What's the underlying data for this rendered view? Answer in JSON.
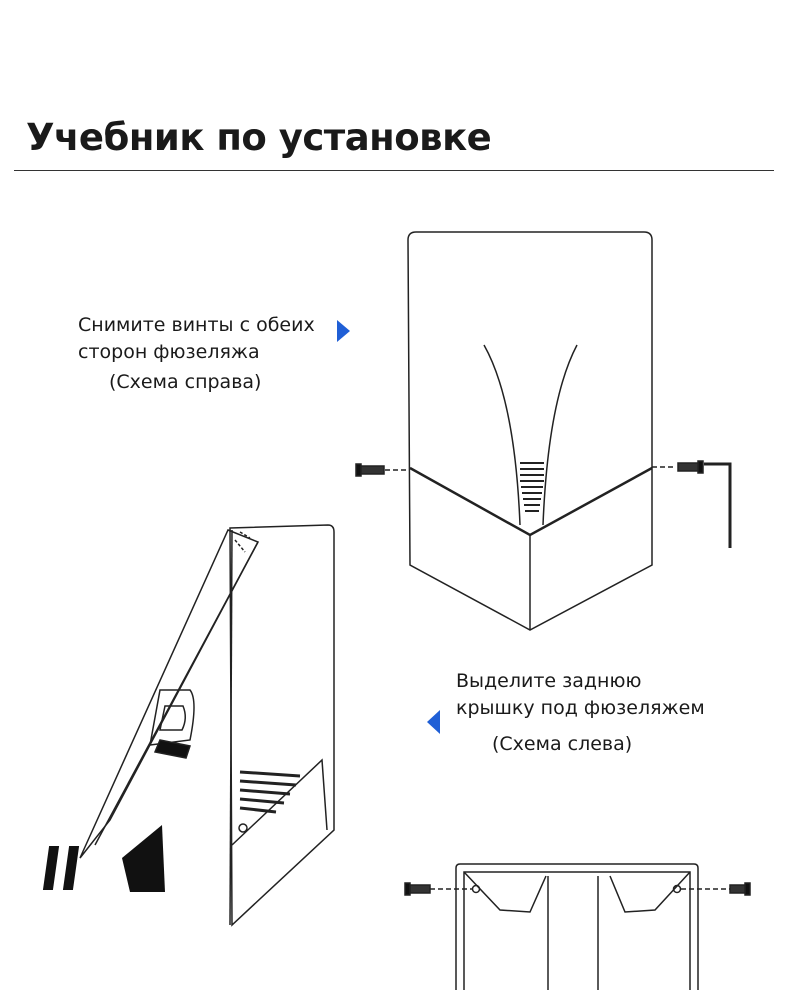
{
  "page": {
    "title": "Учебник по установке"
  },
  "steps": [
    {
      "line1": "Снимите винты с обеих",
      "line2": "сторон фюзеляжа",
      "note": "(Схема справа)",
      "arrow": "arrow-right-icon"
    },
    {
      "line1": "Выделите заднюю",
      "line2": "крышку под фюзеляжем",
      "note": "(Схема слева)",
      "arrow": "arrow-left-icon"
    }
  ],
  "colors": {
    "accent": "#1f5fd6",
    "ink": "#1a1a1a"
  }
}
